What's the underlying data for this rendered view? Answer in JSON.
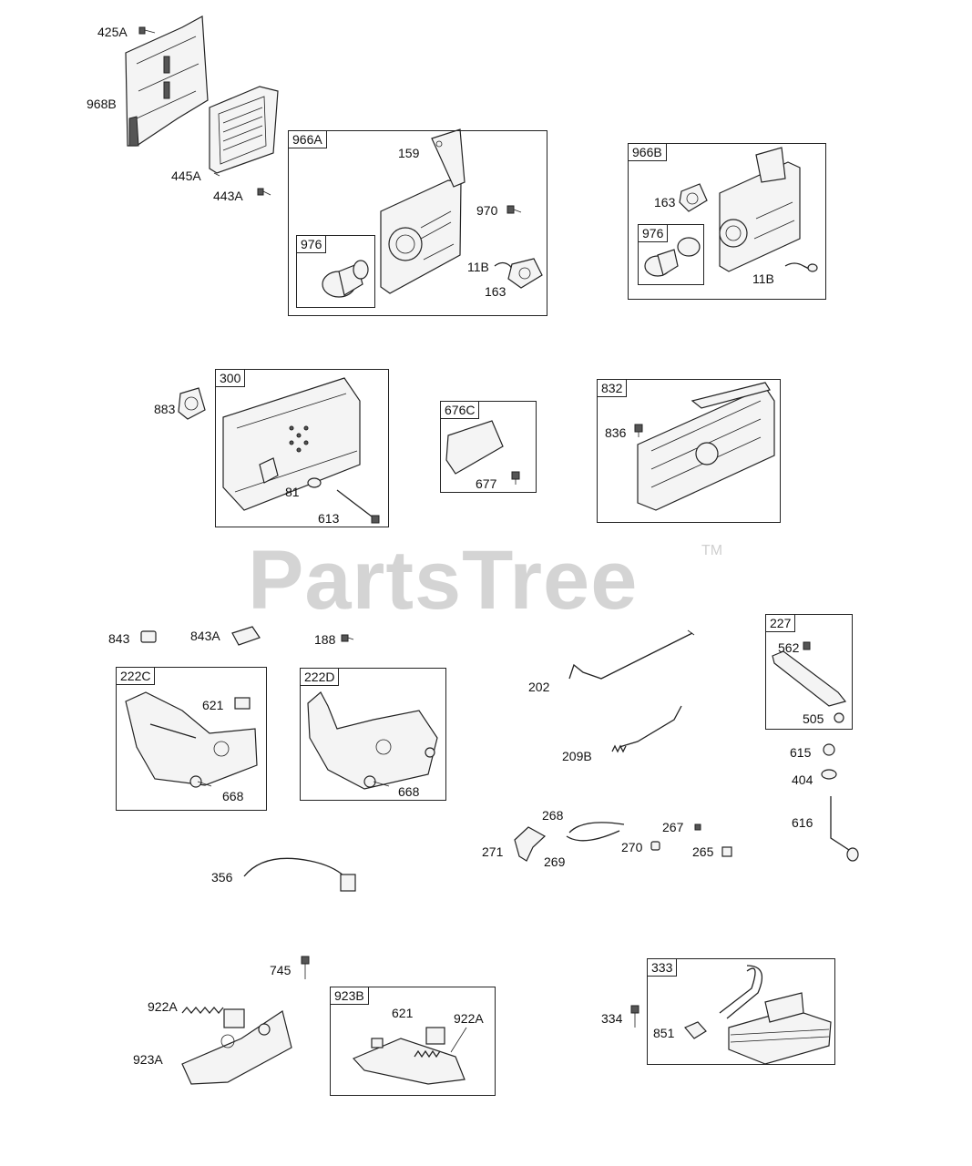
{
  "watermark": {
    "text": "PartsTree",
    "tm": "TM"
  },
  "boxes": {
    "b966A": "966A",
    "b976a": "976",
    "b966B": "966B",
    "b976b": "976",
    "b300": "300",
    "b676C": "676C",
    "b832": "832",
    "b227": "227",
    "b222C": "222C",
    "b222D": "222D",
    "b923B": "923B",
    "b333": "333"
  },
  "parts": {
    "p425A": "425A",
    "p968B": "968B",
    "p445A": "445A",
    "p443A": "443A",
    "p159": "159",
    "p970": "970",
    "p11Ba": "11B",
    "p163a": "163",
    "p163b": "163",
    "p11Bb": "11B",
    "p883": "883",
    "p81": "81",
    "p613": "613",
    "p677": "677",
    "p836": "836",
    "p843": "843",
    "p843A": "843A",
    "p188": "188",
    "p621a": "621",
    "p668a": "668",
    "p668b": "668",
    "p202": "202",
    "p562": "562",
    "p505": "505",
    "p209B": "209B",
    "p615": "615",
    "p404": "404",
    "p268": "268",
    "p267": "267",
    "p271": "271",
    "p269": "269",
    "p270": "270",
    "p265": "265",
    "p616": "616",
    "p356": "356",
    "p745": "745",
    "p922Aa": "922A",
    "p923A": "923A",
    "p621b": "621",
    "p922Ab": "922A",
    "p334": "334",
    "p851": "851"
  }
}
